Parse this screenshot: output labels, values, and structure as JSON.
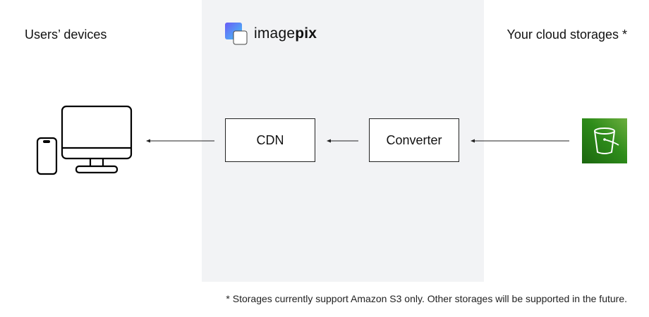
{
  "labels": {
    "users_devices": "Users’ devices",
    "cloud_storages": "Your cloud storages *"
  },
  "brand": {
    "prefix": "image",
    "suffix": "pix",
    "icon": "imagepix-logo-icon"
  },
  "nodes": {
    "cdn": "CDN",
    "converter": "Converter"
  },
  "icons": {
    "devices": "desktop-and-phone-icon",
    "storage": "amazon-s3-bucket-icon"
  },
  "colors": {
    "panel": "#f2f3f5",
    "logo_gradient": [
      "#5b5cf6",
      "#4fc3f7"
    ],
    "s3_green": "#2e8c1a"
  },
  "footnote": "* Storages currently support Amazon S3 only. Other storages will be supported in the future."
}
